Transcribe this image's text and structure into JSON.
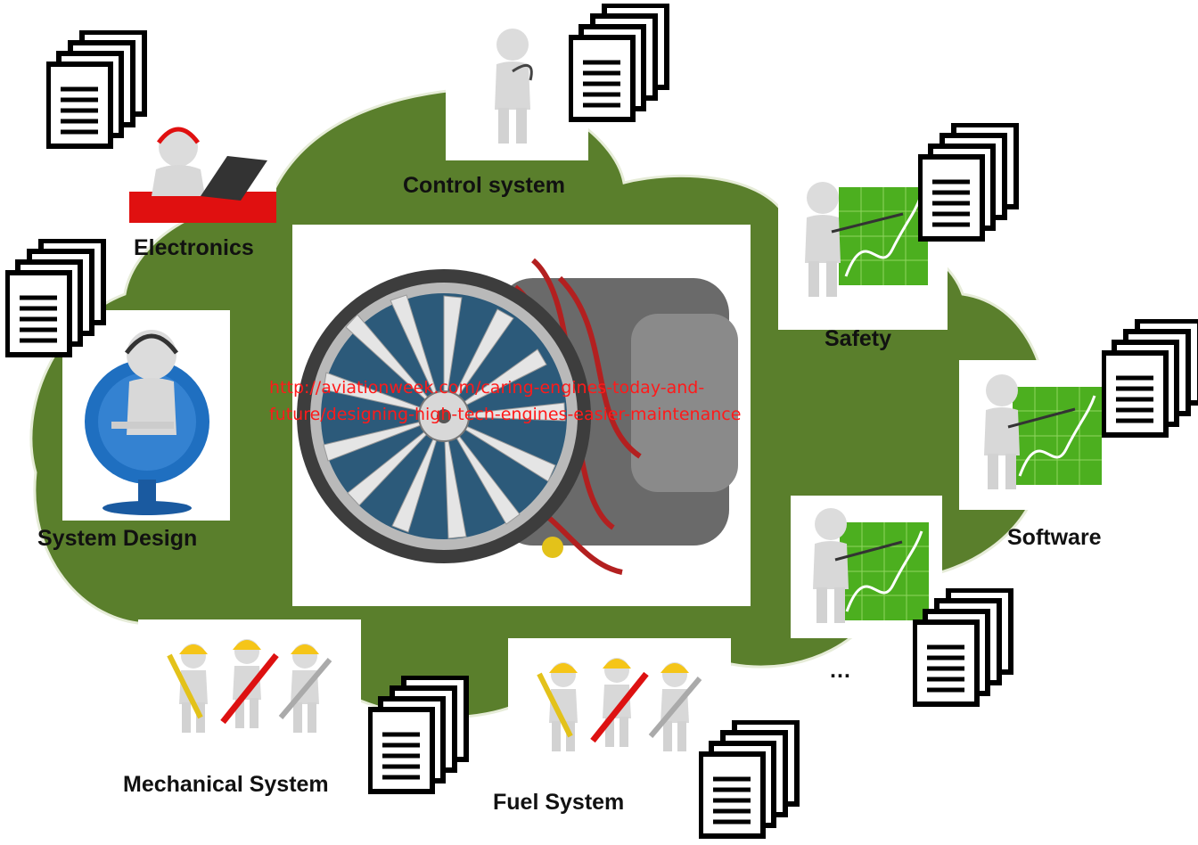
{
  "center": {
    "url_line1": "http://aviationweek.com/caring-engines-today-and-",
    "url_line2": "future/designing-high-tech-engines-easier-maintenance"
  },
  "labels": {
    "control_system": "Control system",
    "electronics": "Electronics",
    "system_design": "System Design",
    "safety": "Safety",
    "software": "Software",
    "ellipsis": "…",
    "mechanical_system": "Mechanical System",
    "fuel_system": "Fuel System"
  },
  "colors": {
    "cloud": "#5a7f2c",
    "url_text": "#ff1a1a",
    "chart_green": "#4caf1f",
    "hardhat": "#f5c518"
  }
}
